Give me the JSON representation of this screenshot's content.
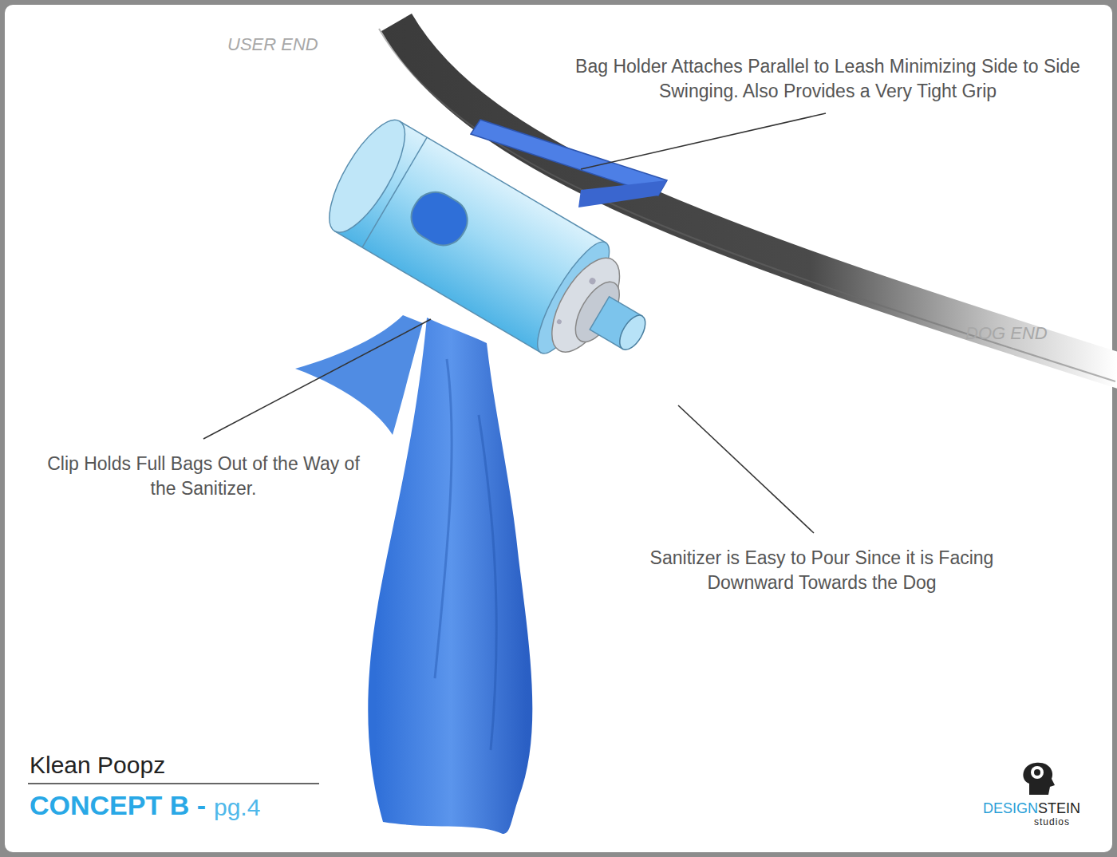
{
  "diagram": {
    "title": "Klean Poopz",
    "labels": [
      "USER END",
      "Bag Holder Attaches Parallel to Leash Minimizing Side to Side Swinging. Also Provides a Very Tight Grip",
      "DOG END",
      "Clip Holds Full Bags Out of the Way of the Sanitizer.",
      "Sanitizer is Easy to Pour Since it is Facing Downward Towards the Dog",
      "CONCEPT B -",
      "pg.4",
      "DESIGN",
      "STEIN",
      "studios"
    ]
  }
}
